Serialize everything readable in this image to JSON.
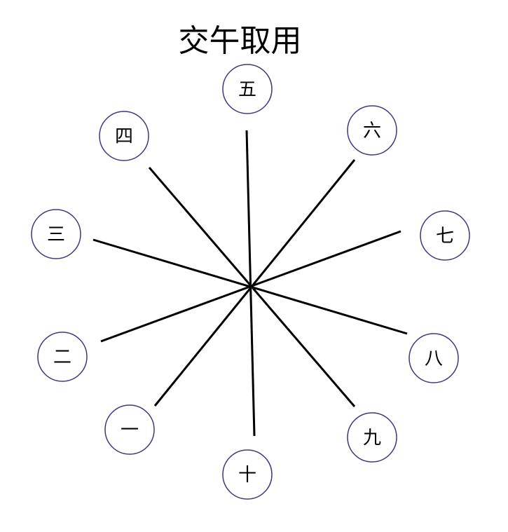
{
  "title": "交午取用",
  "nodes": [
    "一",
    "二",
    "三",
    "四",
    "五",
    "六",
    "七",
    "八",
    "九",
    "十"
  ],
  "colors": {
    "circle_stroke": "#3a3a80",
    "line": "#000000"
  }
}
